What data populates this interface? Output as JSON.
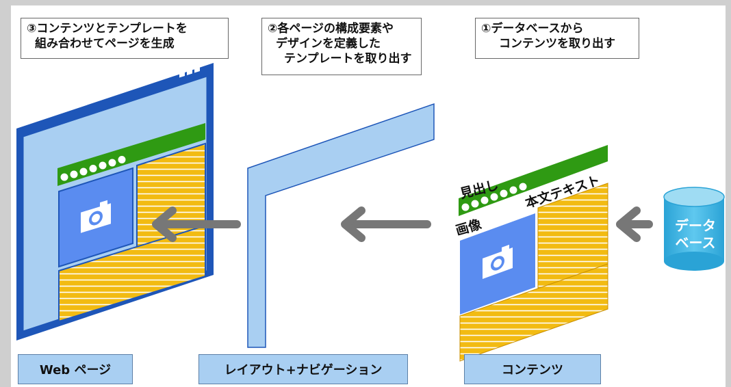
{
  "callouts": {
    "step3": [
      "③コンテンツとテンプレートを",
      "組み合わせてページを生成"
    ],
    "step2": [
      "②各ページの構成要素や",
      "デザインを定義した",
      "テンプレートを取り出す"
    ],
    "step1": [
      "①データベースから",
      "コンテンツを取り出す"
    ]
  },
  "labels": {
    "webpage": "Web ページ",
    "layout": "レイアウト+ナビゲーション",
    "contents": "コンテンツ"
  },
  "content_parts": {
    "heading": "見出し",
    "body_text": "本文テキスト",
    "image": "画像"
  },
  "database": {
    "line1": "データ",
    "line2": "ベース"
  },
  "colors": {
    "blue_frame": "#1e56b8",
    "light_blue": "#a9cff2",
    "green": "#2f9a13",
    "yellow": "#f2bb12",
    "photo_blue": "#5a8cf0",
    "arrow_gray": "#777777",
    "db_cyan": "#43b7e3"
  },
  "icons": [
    "camera-icon",
    "arrow-left-icon",
    "database-icon"
  ]
}
